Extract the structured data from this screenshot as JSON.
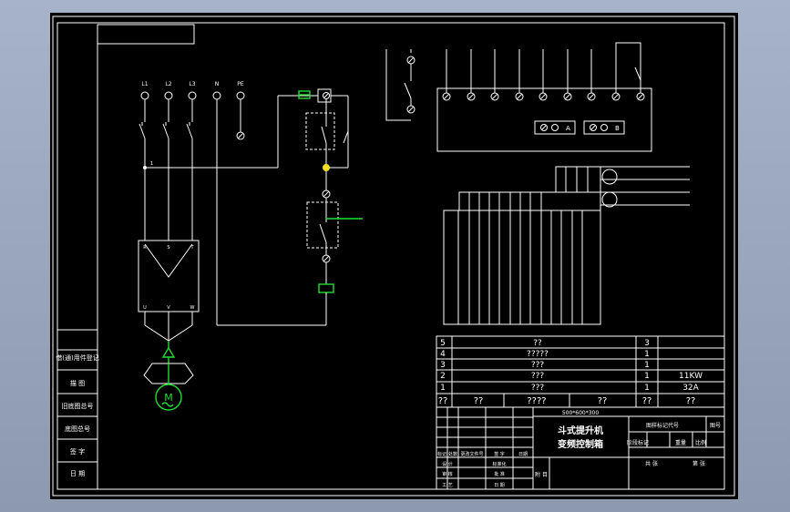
{
  "terminals": [
    "L1",
    "L2",
    "L3",
    "N",
    "PE"
  ],
  "side_labels": [
    "借(通)用件登记",
    "",
    "描 图",
    "旧底图总号",
    "底图总号",
    "签 字",
    "日 期"
  ],
  "parts_list": {
    "header": [
      "??",
      "??",
      "????",
      "??",
      "??"
    ],
    "rows": [
      {
        "no": "5",
        "name": "??",
        "qty": "3",
        "note": ""
      },
      {
        "no": "4",
        "name": "?????",
        "qty": "1",
        "note": ""
      },
      {
        "no": "3",
        "name": "???",
        "qty": "1",
        "note": ""
      },
      {
        "no": "2",
        "name": "???",
        "qty": "1",
        "note": "11KW"
      },
      {
        "no": "1",
        "name": "???",
        "qty": "1",
        "note": "32A"
      }
    ]
  },
  "title_block": {
    "size": "500*600*300",
    "title_line1": "斗式提升机",
    "title_line2": "变频控制箱",
    "drawing_code": "图样标记代号",
    "sheet_no": "图号",
    "col_labels": [
      "标记",
      "处数",
      "更改文件号",
      "签 字",
      "日期"
    ],
    "row_labels_left": [
      "设 计",
      "审 核",
      "工 艺"
    ],
    "row_labels_mid": [
      "标准化",
      "批 准",
      "日 期"
    ],
    "stage": "阶段标记",
    "weight": "重量",
    "scale": "比例",
    "sheets": "共 张",
    "sheet_of": "第 张",
    "misc": "附 目"
  }
}
